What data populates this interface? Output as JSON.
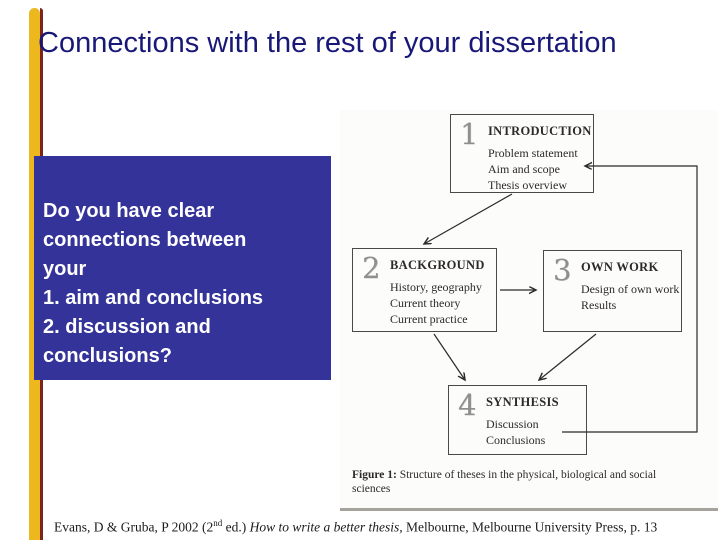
{
  "slide": {
    "title": "Connections with the rest of your dissertation",
    "colors": {
      "title_text": "#181878",
      "question_box_bg": "#333399",
      "question_box_text": "#ffffff",
      "accent_gold": "#EDB81E",
      "accent_maroon": "#7D241C",
      "scan_background": "#FCFCFA",
      "diagram_ink": "#2d2a26"
    }
  },
  "question_box": {
    "lines": [
      "Do you have clear",
      "connections between",
      "your",
      "1. aim and conclusions",
      "2. discussion and",
      "conclusions?"
    ]
  },
  "figure": {
    "boxes": [
      {
        "number": "1",
        "heading": "INTRODUCTION",
        "items": [
          "Problem statement",
          "Aim and scope",
          "Thesis overview"
        ]
      },
      {
        "number": "2",
        "heading": "BACKGROUND",
        "items": [
          "History, geography",
          "Current theory",
          "Current practice"
        ]
      },
      {
        "number": "3",
        "heading": "OWN WORK",
        "items": [
          "Design of own work",
          "Results"
        ]
      },
      {
        "number": "4",
        "heading": "SYNTHESIS",
        "items": [
          "Discussion",
          "Conclusions"
        ]
      }
    ],
    "arrows": [
      "introduction-to-background",
      "background-to-own-work",
      "background-to-synthesis",
      "own-work-to-synthesis",
      "conclusions-to-aim-and-scope-feedback"
    ],
    "caption_label": "Figure 1:",
    "caption_text": " Structure of theses in the physical, biological and social sciences"
  },
  "citation": {
    "part1": "Evans, D & Gruba, P 2002 (2",
    "sup": "nd",
    "part2": " ed.) ",
    "italic": "How to write a better thesis,",
    "part3": " Melbourne, Melbourne University Press, p. 13"
  }
}
